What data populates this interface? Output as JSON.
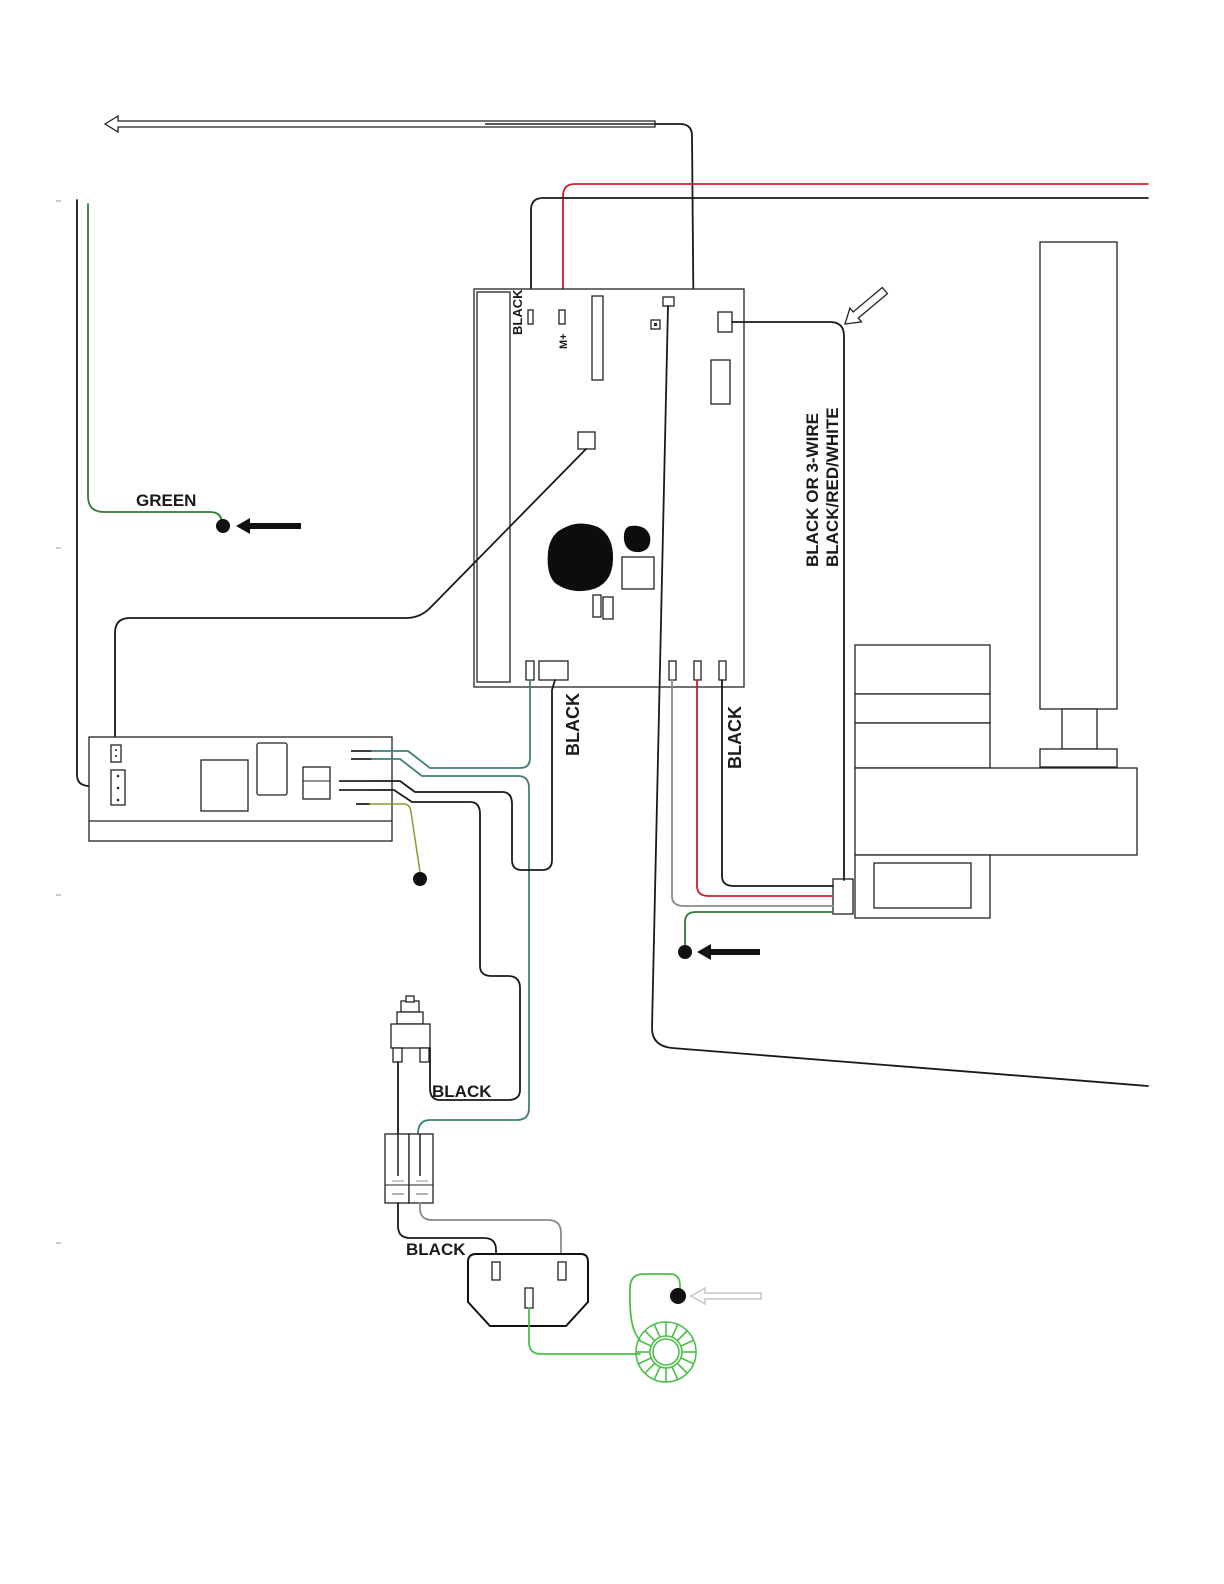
{
  "labels": {
    "green": "GREEN",
    "black_board_top": "BLACK",
    "m_plus": "M+",
    "black_board_bottom_left": "BLACK",
    "black_board_bottom_right": "BLACK",
    "wire_note_line1": "BLACK OR 3-WIRE",
    "wire_note_line2": "BLACK/RED/WHITE",
    "black_switch": "BLACK",
    "black_inlet": "BLACK"
  },
  "colors": {
    "black_wire": "#1a1a1a",
    "red_wire": "#c8202a",
    "green_wire": "#2f7a3a",
    "teal_wire": "#3f7f78",
    "gray_wire": "#8a8a8a",
    "olive_wire": "#8a9a30",
    "bright_green": "#4cbf4c"
  }
}
